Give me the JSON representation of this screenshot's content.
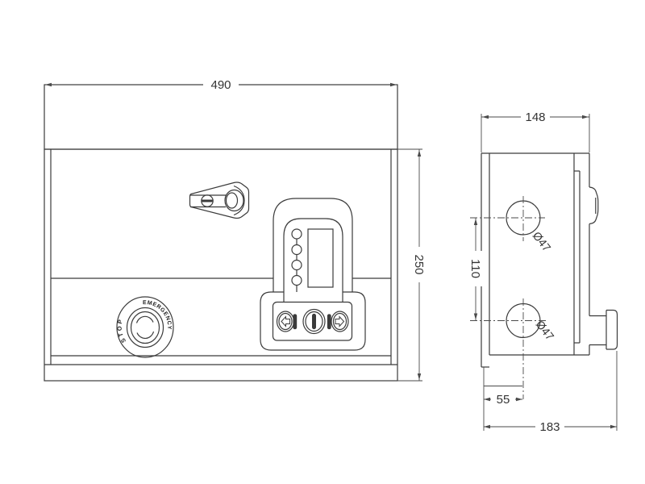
{
  "drawing": {
    "background": "#ffffff",
    "line_color": "#3b3b3b",
    "dim_color": "#4a4a4a",
    "front_view": {
      "width_label": "490",
      "height_label": "250",
      "estop": {
        "primary_text": "EMERGENCY",
        "secondary_text": "STOP"
      }
    },
    "side_view": {
      "width_label": "148",
      "hole_spacing_label": "110",
      "upper_hole_dia_label": "Ø47",
      "lower_hole_dia_label": "Ø47",
      "hole_offset_label": "55",
      "total_depth_label": "183"
    }
  }
}
